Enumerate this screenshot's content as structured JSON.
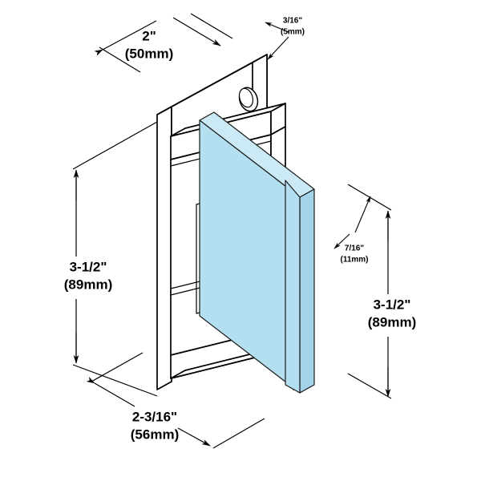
{
  "drawing": {
    "title": "Shower Door Glass-to-Wall Hinge Isometric Dimension Drawing",
    "background_color": "#ffffff",
    "line_color": "#000000",
    "metal_fill": "#ffffff",
    "glass_color": "#b3dff0",
    "glass_color_light": "#cceaf5",
    "glass_color_dark": "#a3d4ea"
  },
  "dimensions": {
    "top_width": {
      "label": "dimension-2in",
      "imperial": "2\"",
      "metric": "(50mm)"
    },
    "thickness_plate": {
      "label": "dimension-3-16in",
      "imperial": "3/16\"",
      "metric": "(5mm)"
    },
    "glass_thickness": {
      "label": "dimension-7-16in",
      "imperial": "7/16\"",
      "metric": "(11mm)"
    },
    "left_height": {
      "label": "dimension-3-1-2in-left",
      "imperial": "3-1/2\"",
      "metric": "(89mm)"
    },
    "right_height": {
      "label": "dimension-3-1-2in-right",
      "imperial": "3-1/2\"",
      "metric": "(89mm)"
    },
    "bottom_depth": {
      "label": "dimension-2-3-16in",
      "imperial": "2-3/16\"",
      "metric": "(56mm)"
    }
  },
  "parts": {
    "wall_plate": "wall-mounting-plate",
    "mounting_hole": "mounting-screw-hole",
    "hinge_body": "hinge-body-block",
    "glass_panel": "glass-panel",
    "upper_arm": "upper-hinge-arm",
    "lower_arm": "lower-hinge-arm",
    "cover_plate": "cover-plate-face"
  }
}
